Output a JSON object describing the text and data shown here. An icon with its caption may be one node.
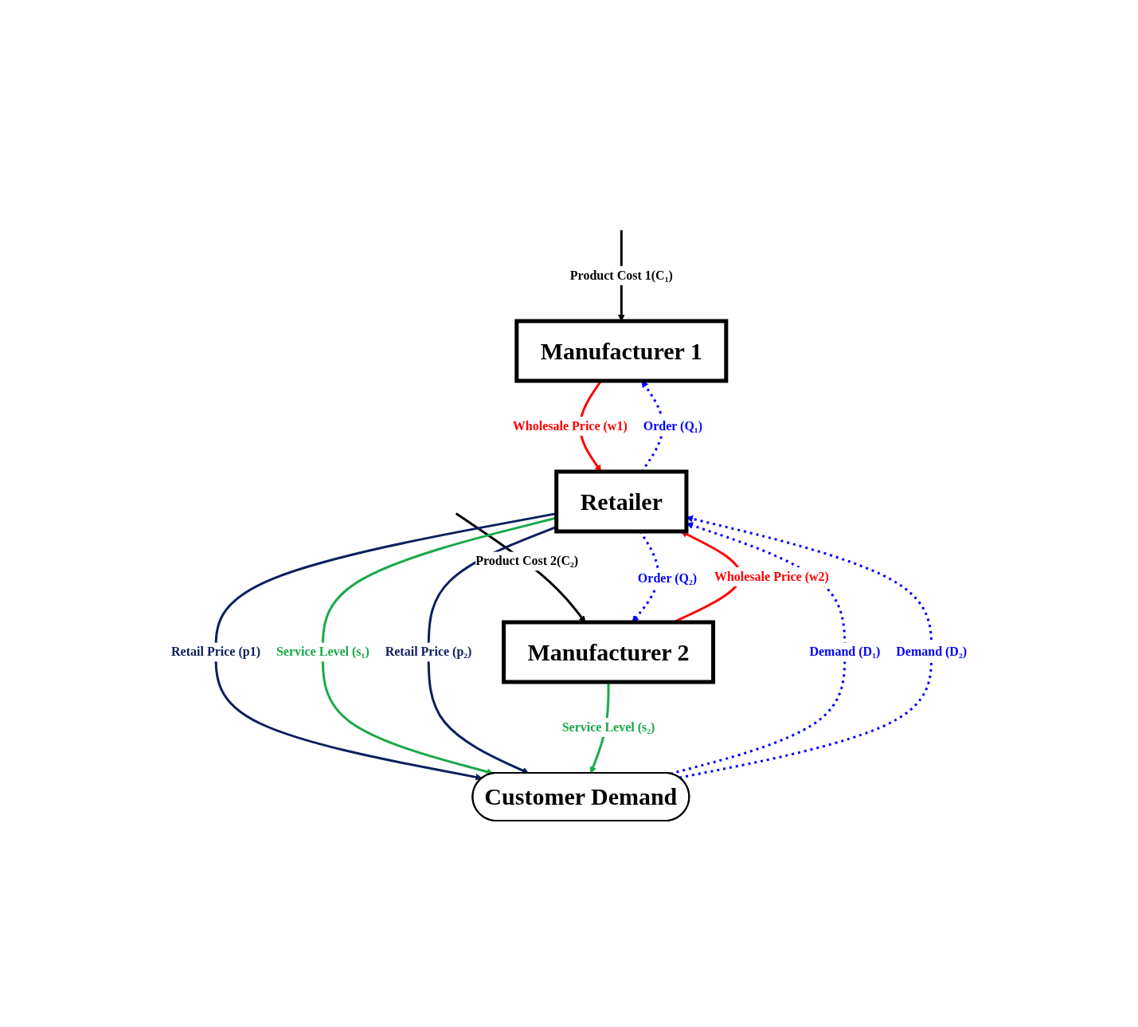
{
  "diagram": {
    "nodes": [
      {
        "text": [
          "Manufacturer 1"
        ]
      },
      {
        "text": [
          "Manufacturer 2"
        ]
      },
      {
        "text": [
          "Retailer"
        ]
      },
      {
        "text": [
          "Customer Demand"
        ]
      }
    ],
    "edges": [
      {
        "from": null,
        "to": 0,
        "arrow": "to",
        "label": "Product Cost 1(C₁)",
        "color": "#000000"
      },
      {
        "from": null,
        "to": 1,
        "arrow": "to",
        "label": "Product Cost 2(C₂)",
        "color": "#000000"
      },
      {
        "from": 0,
        "to": 2,
        "arrow": "to",
        "label": "Wholesale Price (w1)",
        "color": "#ff0000"
      },
      {
        "from": 2,
        "to": 0,
        "arrow": "to",
        "label": "Order (Q₁)",
        "style": "dashed",
        "color": "#0000ff"
      },
      {
        "from": 1,
        "to": 2,
        "arrow": "to",
        "label": "Wholesale Price (w2)",
        "color": "#ff0000"
      },
      {
        "from": 2,
        "to": 1,
        "arrow": "to",
        "label": "Order (Q₂)",
        "style": "dashed",
        "color": "#0000ff"
      },
      {
        "from": 3,
        "to": 2,
        "arrow": "to",
        "label": "Demand (D₁)",
        "style": "dashed",
        "color": "#0000ff"
      },
      {
        "from": 2,
        "to": 3,
        "arrow": "to",
        "label": "Retail Price (p1)",
        "color": "#0b1f5c"
      },
      {
        "from": 2,
        "to": 3,
        "arrow": "to",
        "label": "Service Level (s₁)",
        "color": "#1aa84a"
      },
      {
        "from": 2,
        "to": 3,
        "arrow": "to",
        "label": "Retail Price (p₂)",
        "color": "#0b1f5c"
      },
      {
        "from": 3,
        "to": 2,
        "arrow": "to",
        "label": "Demand (D₂)",
        "style": "dashed",
        "color": "#0000ff"
      },
      {
        "from": 1,
        "to": 3,
        "arrow": "to",
        "label": "Service Level (s₂)",
        "color": "#1aa84a"
      }
    ]
  }
}
